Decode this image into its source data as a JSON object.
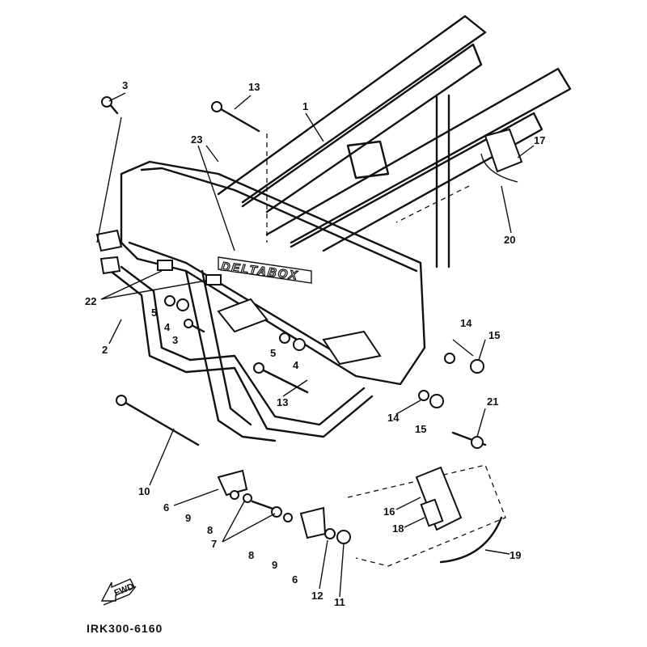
{
  "diagram": {
    "part_code": "IRK300-6160",
    "frame_logo": "DELTABOX",
    "direction_arrow": "FWD",
    "stroke_color": "#111111",
    "background_color": "#ffffff"
  },
  "callouts": {
    "c1": "1",
    "c2": "2",
    "c3a": "3",
    "c3b": "3",
    "c4a": "4",
    "c4b": "4",
    "c5a": "5",
    "c5b": "5",
    "c6a": "6",
    "c6b": "6",
    "c7": "7",
    "c8a": "8",
    "c8b": "8",
    "c9a": "9",
    "c9b": "9",
    "c10": "10",
    "c11": "11",
    "c12": "12",
    "c13a": "13",
    "c13b": "13",
    "c14a": "14",
    "c14b": "14",
    "c15a": "15",
    "c15b": "15",
    "c16": "16",
    "c17": "17",
    "c18": "18",
    "c19": "19",
    "c20": "20",
    "c21": "21",
    "c22": "22",
    "c23": "23"
  }
}
